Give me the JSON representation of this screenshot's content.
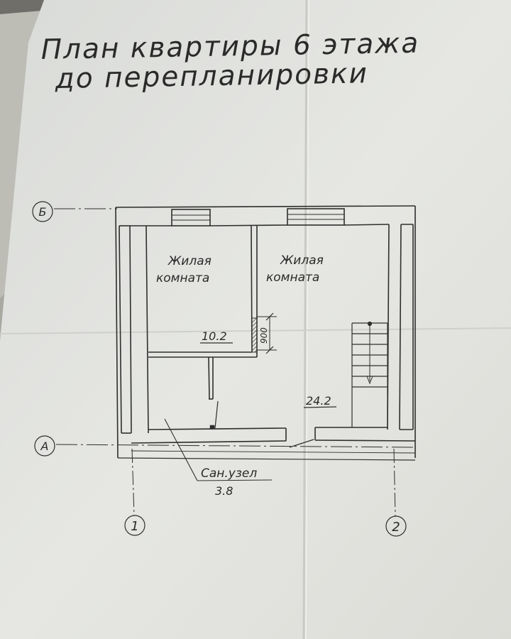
{
  "title": {
    "line1": "План квартиры 6 этажа",
    "line2": "до перепланировки"
  },
  "axes": {
    "b": "Б",
    "a": "А",
    "one": "1",
    "two": "2"
  },
  "rooms": {
    "living_left": {
      "line1": "Жилая",
      "line2": "комната",
      "area": "10.2"
    },
    "living_right": {
      "line1": "Жилая",
      "line2": "комната",
      "area": "24.2"
    },
    "bathroom": {
      "name": "Сан.узел",
      "area": "3.8"
    }
  },
  "dimensions": {
    "door_width": "900"
  },
  "colors": {
    "paper": "#e4e5e1",
    "ink": "#2a2a2a",
    "background": "#6f6e68"
  }
}
